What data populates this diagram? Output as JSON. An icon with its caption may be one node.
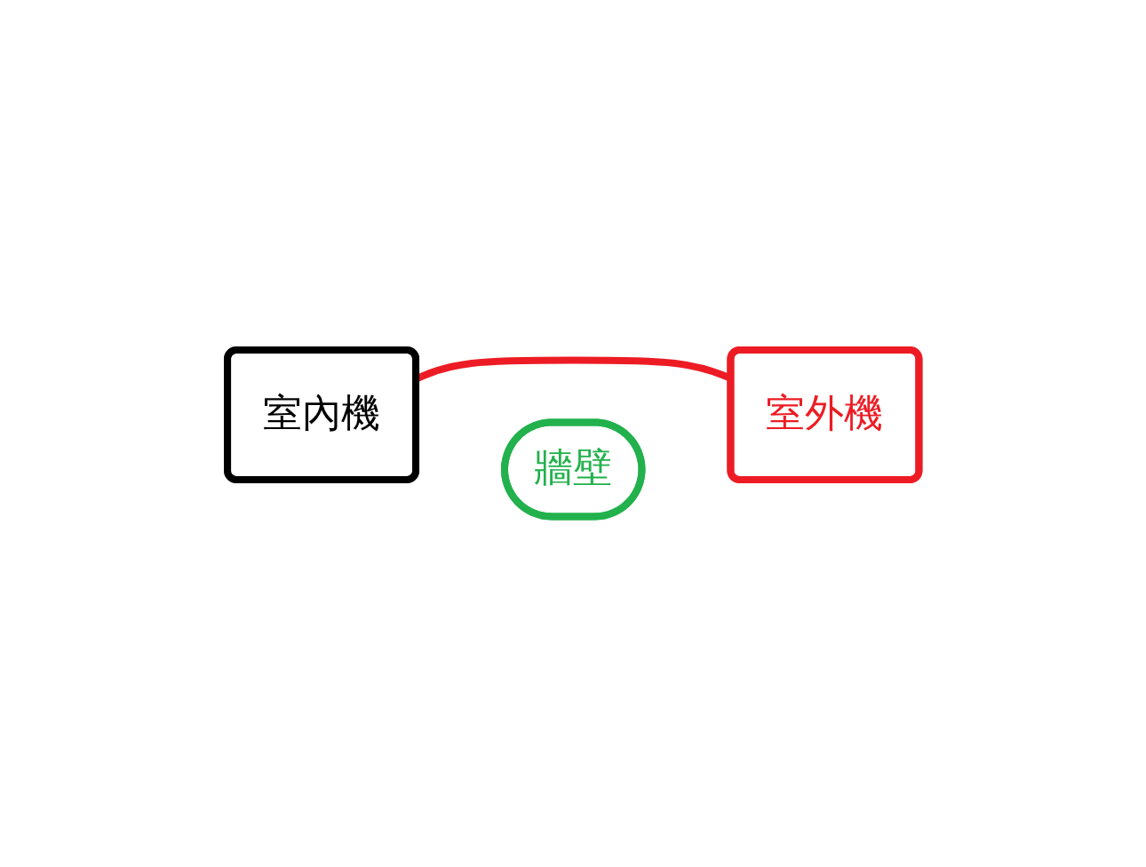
{
  "diagram": {
    "nodes": [
      {
        "text": [
          "室內機"
        ]
      },
      {
        "text": [
          "牆壁"
        ]
      },
      {
        "text": [
          "室外機"
        ]
      }
    ],
    "edges": [
      {
        "from": 0,
        "to": 2,
        "arrow": "none"
      }
    ]
  }
}
